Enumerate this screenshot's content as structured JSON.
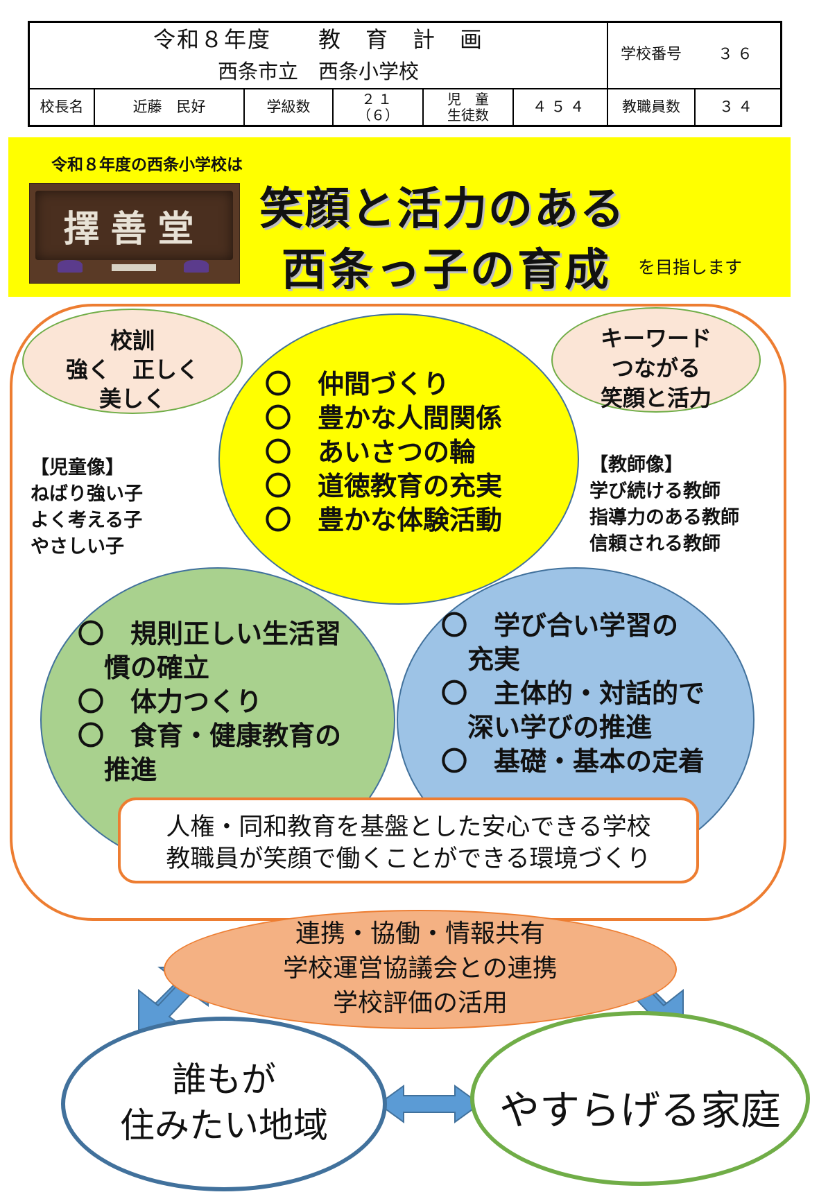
{
  "header": {
    "title": "令和８年度　　教　育　計　画",
    "school": "西条市立　西条小学校",
    "school_number_label": "学校番号",
    "school_number": "３６",
    "principal_label": "校長名",
    "principal": "近藤　民好",
    "classes_label": "学級数",
    "classes_line1": "２１",
    "classes_line2": "（６）",
    "students_label_line1": "児　童",
    "students_label_line2": "生徒数",
    "students": "４５４",
    "staff_label": "教職員数",
    "staff": "３４"
  },
  "banner": {
    "intro": "令和８年度の西条小学校は",
    "slogan_line1": "笑顔と活力のある",
    "slogan_line2": "西条っ子の育成",
    "suffix": "を目指します",
    "photo_plaque": "擇善堂"
  },
  "motto": {
    "line1": "校訓",
    "line2": "強く　正しく",
    "line3": "美しく"
  },
  "keyword": {
    "line1": "キーワード",
    "line2": "つながる",
    "line3": "笑顔と活力"
  },
  "center_items": [
    "〇　仲間づくり",
    "〇　豊かな人間関係",
    "〇　あいさつの輪",
    "〇　道徳教育の充実",
    "〇　豊かな体験活動"
  ],
  "child_ideal": {
    "title": "【児童像】",
    "items": [
      "ねばり強い子",
      "よく考える子",
      "やさしい子"
    ]
  },
  "teacher_ideal": {
    "title": "【教師像】",
    "items": [
      "学び続ける教師",
      "指導力のある教師",
      "信頼される教師"
    ]
  },
  "green_items": [
    "〇　規則正しい生活習",
    "　慣の確立",
    "〇　体力つくり",
    "〇　食育・健康教育の",
    "　推進"
  ],
  "blue_items": [
    "〇　学び合い学習の",
    "　充実",
    "〇　主体的・対話的で",
    "　深い学びの推進",
    "〇　基礎・基本の定着"
  ],
  "foundation": {
    "line1": "人権・同和教育を基盤とした安心できる学校",
    "line2": "教職員が笑顔で働くことができる環境づくり"
  },
  "cooperation": {
    "line1": "連携・協働・情報共有",
    "line2": "学校運営協議会との連携",
    "line3": "学校評価の活用"
  },
  "community": {
    "line1": "誰もが",
    "line2": "住みたい地域"
  },
  "family": {
    "text": "やすらげる家庭"
  },
  "colors": {
    "yellow": "#ffff00",
    "orange": "#ed7d31",
    "salmon": "#f4b183",
    "peach": "#fbe5d6",
    "green": "#a9d18e",
    "blue": "#9dc3e6",
    "dark_blue": "#41719c",
    "arrow_blue": "#5b9bd5",
    "lime": "#70ad47"
  }
}
